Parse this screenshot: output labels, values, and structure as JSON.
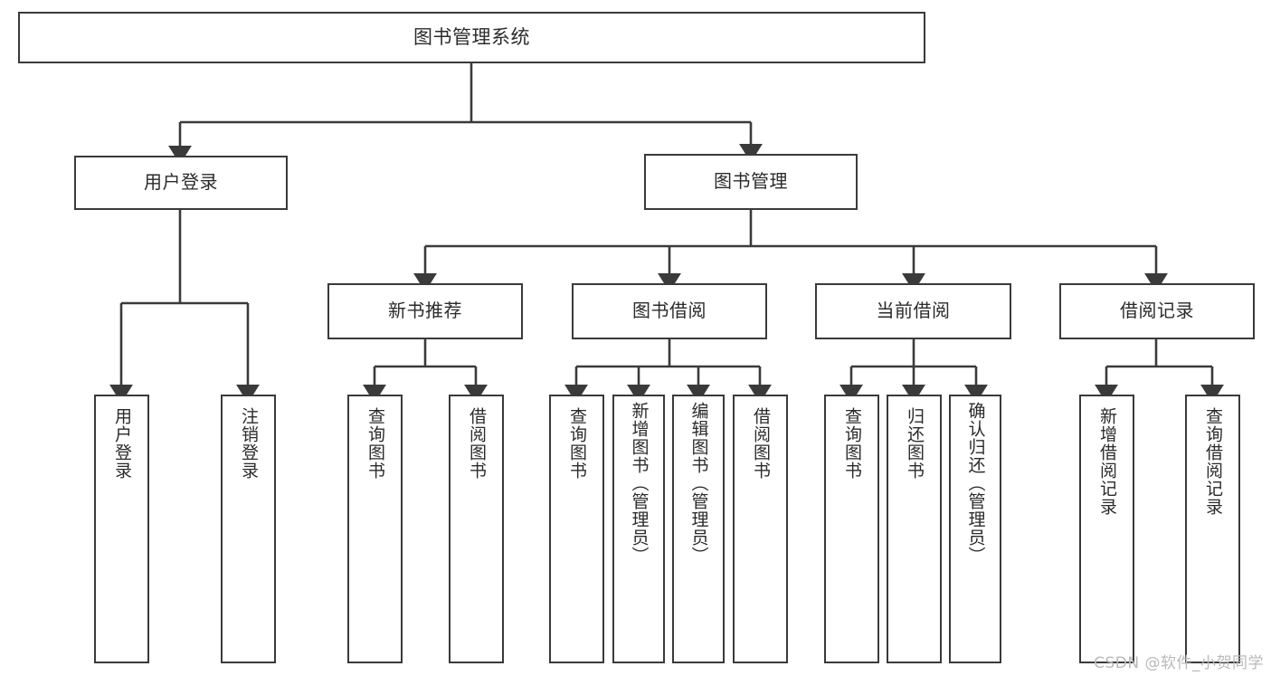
{
  "diagram": {
    "type": "tree-hierarchy",
    "title": "图书管理系统",
    "watermark": "CSDN @软件_小贺同学",
    "colors": {
      "background": "#ffffff",
      "box_border": "#3a3a3a",
      "box_fill": "#ffffff",
      "text": "#2b2b2b",
      "connector": "#3a3a3a",
      "watermark": "#b9b9b9"
    },
    "root": {
      "label": "图书管理系统",
      "children": [
        {
          "label": "用户登录",
          "children": [
            {
              "label": "用户登录"
            },
            {
              "label": "注销登录"
            }
          ]
        },
        {
          "label": "图书管理",
          "children": [
            {
              "label": "新书推荐",
              "children": [
                {
                  "label": "查询图书"
                },
                {
                  "label": "借阅图书"
                }
              ]
            },
            {
              "label": "图书借阅",
              "children": [
                {
                  "label": "查询图书"
                },
                {
                  "label": "新增图书（管理员）"
                },
                {
                  "label": "编辑图书（管理员）"
                },
                {
                  "label": "借阅图书"
                }
              ]
            },
            {
              "label": "当前借阅",
              "children": [
                {
                  "label": "查询图书"
                },
                {
                  "label": "归还图书"
                },
                {
                  "label": "确认归还（管理员）"
                }
              ]
            },
            {
              "label": "借阅记录",
              "children": [
                {
                  "label": "新增借阅记录"
                },
                {
                  "label": "查询借阅记录"
                }
              ]
            }
          ]
        }
      ]
    },
    "nodes": {
      "root": "图书管理系统",
      "user_login": "用户登录",
      "book_manage": "图书管理",
      "new_book_rec": "新书推荐",
      "book_borrow": "图书借阅",
      "current_borrow": "当前借阅",
      "borrow_record": "借阅记录",
      "leaf_user_login": "用户登录",
      "leaf_logout": "注销登录",
      "leaf_rec_query": "查询图书",
      "leaf_rec_borrow": "借阅图书",
      "leaf_borrow_query": "查询图书",
      "leaf_borrow_add": "新增图书（管理员）",
      "leaf_borrow_edit": "编辑图书（管理员）",
      "leaf_borrow_do": "借阅图书",
      "leaf_cur_query": "查询图书",
      "leaf_cur_return": "归还图书",
      "leaf_cur_confirm": "确认归还（管理员）",
      "leaf_rec_add": "新增借阅记录",
      "leaf_rec_query2": "查询借阅记录"
    }
  }
}
